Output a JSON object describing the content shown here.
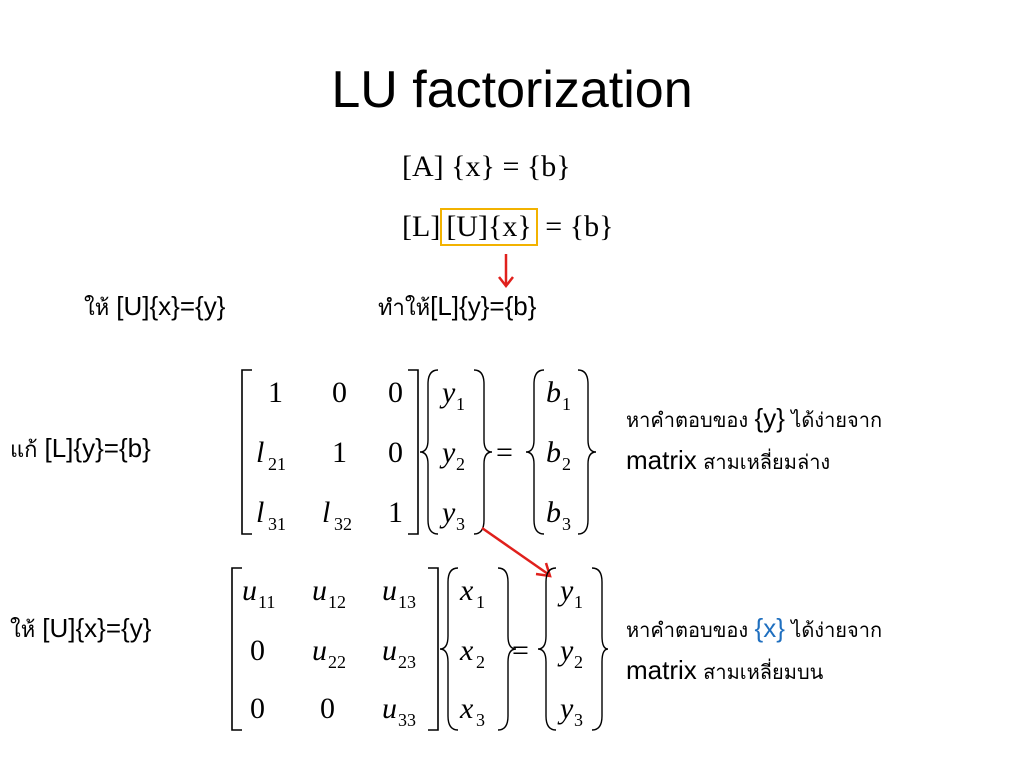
{
  "title": "LU factorization",
  "eq1": {
    "a": "[A]",
    "x": "{x}",
    "eq": "=",
    "b": "{b}"
  },
  "eq2": {
    "l": "[L]",
    "u": "[U]",
    "x": "{x}",
    "eq": "=",
    "b": "{b}"
  },
  "label_let1": {
    "thai": "ให้ ",
    "math": "[U]{x}={y}"
  },
  "label_then": {
    "thai": "ทำให้",
    "math": "[L]{y}={b}"
  },
  "label_solve": {
    "thai": "แก้ ",
    "math": "[L]{y}={b}"
  },
  "label_let2": {
    "thai": "ให้ ",
    "math": "[U]{x}={y}"
  },
  "note1": {
    "pre": "หาคำตอบของ ",
    "var": "{y}",
    "post": " ได้ง่ายจาก",
    "line2_mat": "matrix",
    "line2_thai": " สามเหลี่ยมล่าง"
  },
  "note2": {
    "pre": "หาคำตอบของ ",
    "var": "{x}",
    "post": " ได้ง่ายจาก",
    "line2_mat": "matrix",
    "line2_thai": " สามเหลี่ยมบน"
  },
  "lower_matrix": {
    "rows": [
      [
        "1",
        "0",
        "0"
      ],
      [
        "l",
        "1",
        "0"
      ],
      [
        "l",
        "l",
        "1"
      ]
    ],
    "subs": [
      [
        "",
        "",
        ""
      ],
      [
        "21",
        "",
        ""
      ],
      [
        "31",
        "32",
        ""
      ]
    ],
    "y": [
      "y",
      "y",
      "y"
    ],
    "y_subs": [
      "1",
      "2",
      "3"
    ],
    "b": [
      "b",
      "b",
      "b"
    ],
    "b_subs": [
      "1",
      "2",
      "3"
    ],
    "eq": "="
  },
  "upper_matrix": {
    "rows": [
      [
        "u",
        "u",
        "u"
      ],
      [
        "0",
        "u",
        "u"
      ],
      [
        "0",
        "0",
        "u"
      ]
    ],
    "subs": [
      [
        "11",
        "12",
        "13"
      ],
      [
        "",
        "22",
        "23"
      ],
      [
        "",
        "",
        "33"
      ]
    ],
    "x": [
      "x",
      "x",
      "x"
    ],
    "x_subs": [
      "1",
      "2",
      "3"
    ],
    "y": [
      "y",
      "y",
      "y"
    ],
    "y_subs": [
      "1",
      "2",
      "3"
    ],
    "eq": "="
  },
  "colors": {
    "highlight_box": "#f2b200",
    "arrow": "#e0201c",
    "blue_var": "#1f6fbf"
  }
}
